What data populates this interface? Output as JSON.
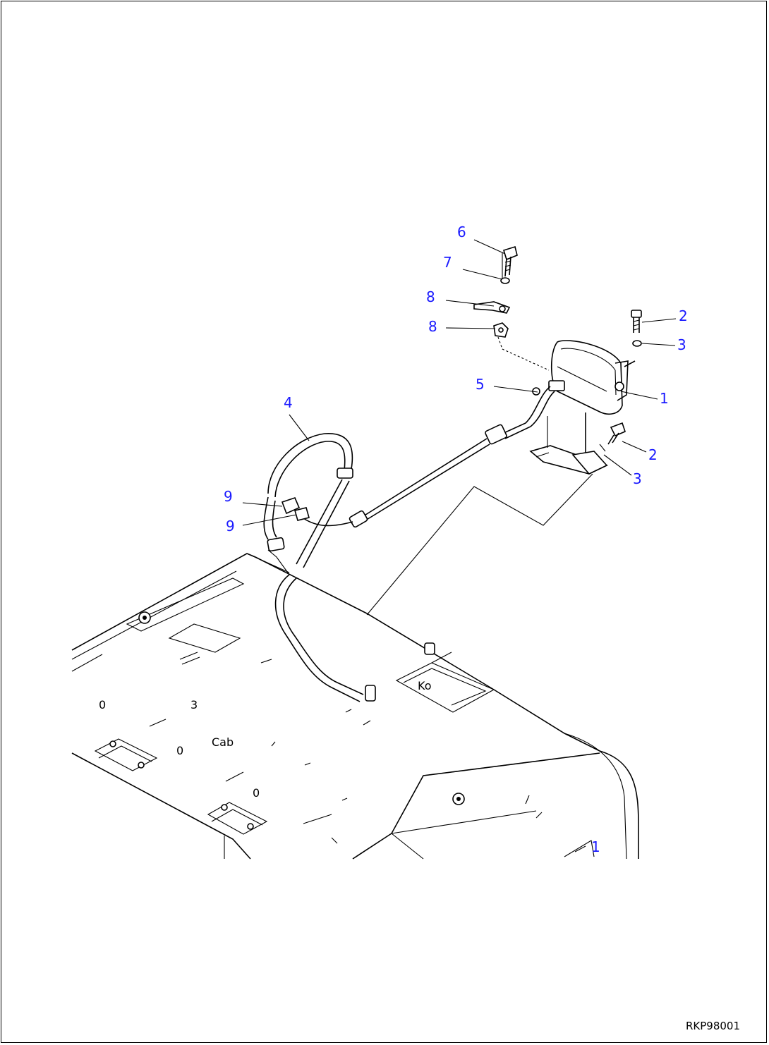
{
  "callouts": {
    "c6": "6",
    "c7": "7",
    "c8a": "8",
    "c8b": "8",
    "c2a": "2",
    "c3a": "3",
    "c1a": "1",
    "c5": "5",
    "c4": "4",
    "c2b": "2",
    "c3b": "3",
    "c9a": "9",
    "c9b": "9",
    "c1b": "1"
  },
  "cab_label": "Cab",
  "cab_marking": "Ko",
  "drawing_code": "RKP98001"
}
